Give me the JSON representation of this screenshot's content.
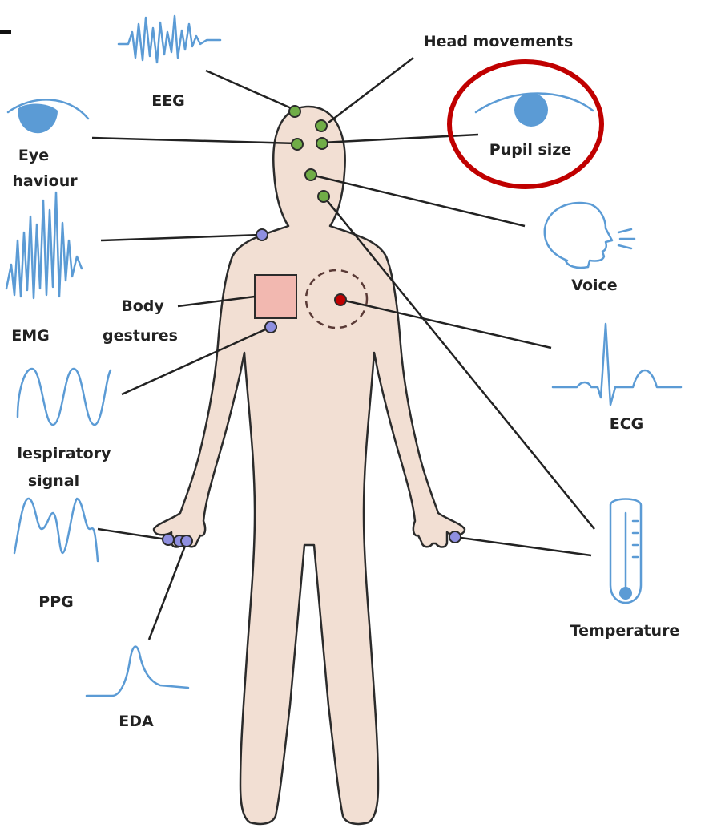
{
  "diagram": {
    "labels": {
      "eeg": "EEG",
      "head_movements": "Head movements",
      "eye_line1": "Eye",
      "eye_line2": "haviour",
      "pupil_size": "Pupil size",
      "voice": "Voice",
      "emg": "EMG",
      "body_line1": "Body",
      "body_line2": "gestures",
      "ecg": "ECG",
      "resp_line1": "lespiratory",
      "resp_line2": "signal",
      "ppg": "PPG",
      "temperature": "Temperature",
      "eda": "EDA"
    },
    "colors": {
      "signal_blue": "#5b9bd5",
      "skin": "#f2dfd3",
      "outline": "#2b2b2b",
      "highlight_red": "#c00000",
      "sensor_green": "#70ad47",
      "sensor_purple": "#7f7fd5",
      "chest_pad": "#f2b8b0",
      "heart_red": "#c00000"
    },
    "icons": [
      "eeg-wave-icon",
      "eye-icon",
      "pupil-eye-icon",
      "head-profile-icon",
      "emg-wave-icon",
      "ecg-wave-icon",
      "respiratory-wave-icon",
      "ppg-wave-icon",
      "thermometer-icon",
      "eda-wave-icon"
    ]
  }
}
